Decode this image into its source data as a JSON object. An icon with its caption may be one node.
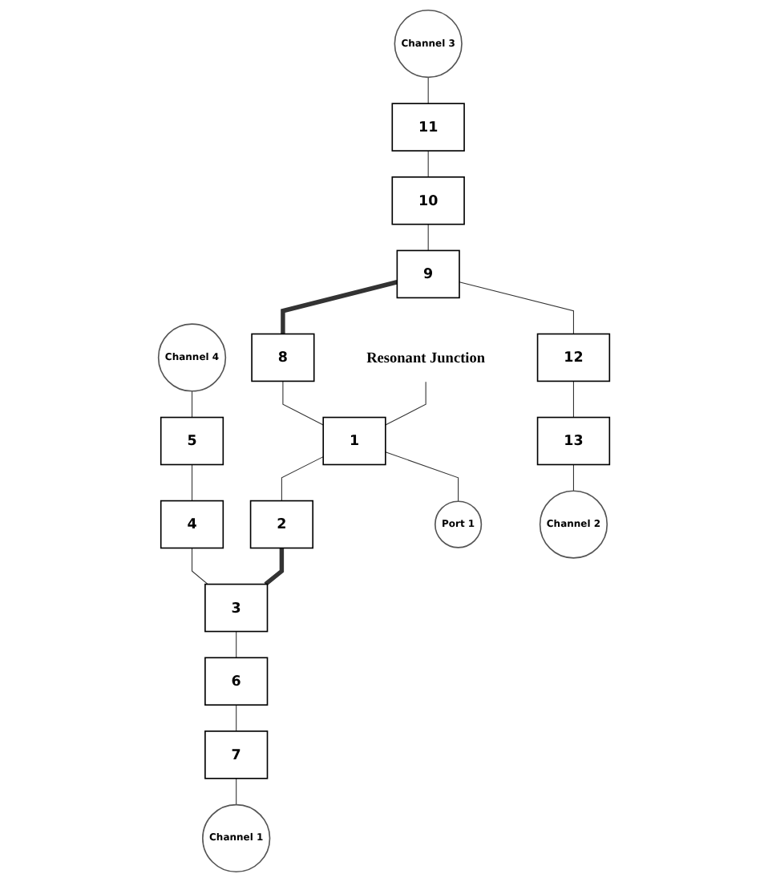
{
  "diagram": {
    "nodes": [
      {
        "text": [
          "Channel 3"
        ]
      },
      {
        "text": [
          "Channel 4"
        ]
      },
      {
        "text": [
          "11"
        ]
      },
      {
        "text": [
          "5"
        ]
      },
      {
        "text": [
          "Resonant Junction"
        ]
      },
      {
        "text": [
          "10"
        ]
      },
      {
        "text": [
          "4"
        ]
      },
      {
        "text": [
          "9"
        ]
      },
      {
        "text": [
          "8"
        ]
      },
      {
        "text": [
          "1"
        ]
      },
      {
        "text": [
          "2"
        ]
      },
      {
        "text": [
          "3"
        ]
      },
      {
        "text": [
          "12"
        ]
      },
      {
        "text": [
          "Port 1"
        ]
      },
      {
        "text": [
          "6"
        ]
      },
      {
        "text": [
          "13"
        ]
      },
      {
        "text": [
          "7"
        ]
      },
      {
        "text": [
          "Channel 2"
        ]
      },
      {
        "text": [
          "Channel 1"
        ]
      }
    ],
    "edges": [
      {
        "from": 0,
        "to": 2,
        "arrow": "none"
      },
      {
        "from": 2,
        "to": 5,
        "arrow": "none"
      },
      {
        "from": 5,
        "to": 7,
        "arrow": "none"
      },
      {
        "from": 7,
        "to": 12,
        "arrow": "none"
      },
      {
        "from": 12,
        "to": 15,
        "arrow": "none"
      },
      {
        "from": 15,
        "to": 17,
        "arrow": "none"
      },
      {
        "from": 1,
        "to": 3,
        "arrow": "none"
      },
      {
        "from": 3,
        "to": 6,
        "arrow": "none"
      },
      {
        "from": 6,
        "to": 11,
        "arrow": "none"
      },
      {
        "from": 11,
        "to": 14,
        "arrow": "none"
      },
      {
        "from": 14,
        "to": 16,
        "arrow": "none"
      },
      {
        "from": 16,
        "to": 18,
        "arrow": "none"
      },
      {
        "from": 7,
        "to": 8,
        "arrow": "none",
        "style": "thick"
      },
      {
        "from": 8,
        "to": 9,
        "arrow": "none"
      },
      {
        "from": 9,
        "to": 10,
        "arrow": "none"
      },
      {
        "from": 10,
        "to": 11,
        "arrow": "none",
        "style": "thick"
      },
      {
        "from": 9,
        "to": 13,
        "arrow": "none"
      },
      {
        "from": 4,
        "to": 9,
        "arrow": "none"
      }
    ]
  }
}
